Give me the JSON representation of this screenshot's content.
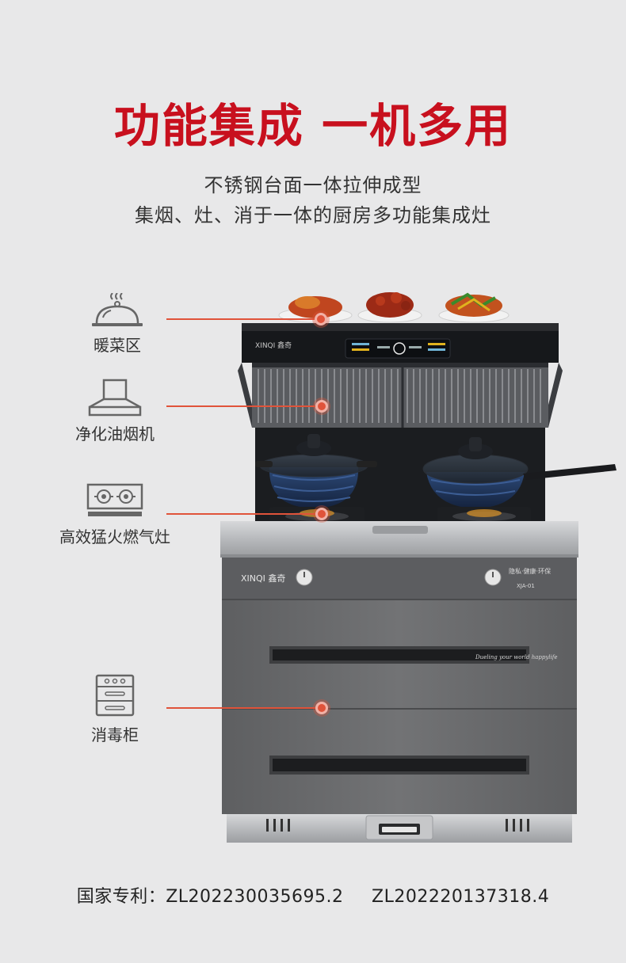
{
  "header": {
    "title": "功能集成 一机多用",
    "subtitle_line1": "不锈钢台面一体拉伸成型",
    "subtitle_line2": "集烟、灶、消于一体的厨房多功能集成灶"
  },
  "features": [
    {
      "label": "暖菜区",
      "icon": "food-cloche-icon"
    },
    {
      "label": "净化油烟机",
      "icon": "range-hood-icon"
    },
    {
      "label": "高效猛火燃气灶",
      "icon": "gas-stove-icon"
    },
    {
      "label": "消毒柜",
      "icon": "disinfection-cabinet-icon"
    }
  ],
  "product": {
    "brand": "XINQI",
    "model": "XJA-01",
    "drawer_script": "Dueling your world happylife"
  },
  "patent": {
    "prefix": "国家专利：",
    "number1": "ZL202230035695.2",
    "number2": "ZL202220137318.4"
  },
  "colors": {
    "title_red": "#c8101e",
    "accent_orange": "#e0533a",
    "background": "#e8e8e9",
    "cabinet_gray": "#6a6b6d"
  }
}
